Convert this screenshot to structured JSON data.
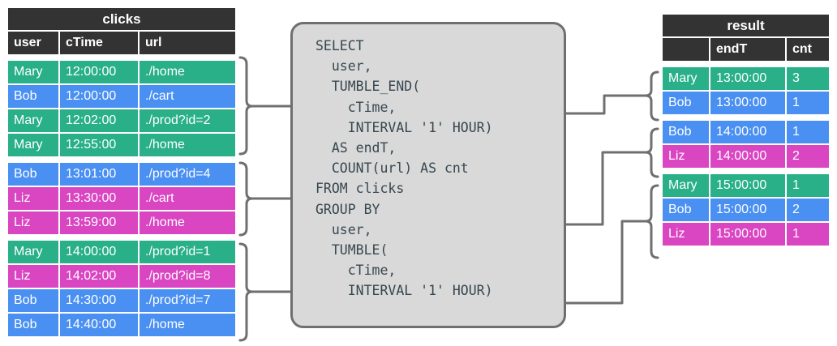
{
  "palette": {
    "green": "#29b088",
    "blue": "#4a90f2",
    "pink": "#da45c2",
    "header_dark": "#333333",
    "box_fill": "#d9d9d9",
    "box_border": "#6f6f6f",
    "wire": "#6f6f6f",
    "code_text": "#37474f",
    "page_bg": "#ffffff"
  },
  "clicks_table": {
    "title": "clicks",
    "columns": [
      "user",
      "cTime",
      "url"
    ],
    "groups": [
      {
        "rows": [
          {
            "user": "Mary",
            "cTime": "12:00:00",
            "url": "./home",
            "color": "green"
          },
          {
            "user": "Bob",
            "cTime": "12:00:00",
            "url": "./cart",
            "color": "blue"
          },
          {
            "user": "Mary",
            "cTime": "12:02:00",
            "url": "./prod?id=2",
            "color": "green"
          },
          {
            "user": "Mary",
            "cTime": "12:55:00",
            "url": "./home",
            "color": "green"
          }
        ]
      },
      {
        "rows": [
          {
            "user": "Bob",
            "cTime": "13:01:00",
            "url": "./prod?id=4",
            "color": "blue"
          },
          {
            "user": "Liz",
            "cTime": "13:30:00",
            "url": "./cart",
            "color": "pink"
          },
          {
            "user": "Liz",
            "cTime": "13:59:00",
            "url": "./home",
            "color": "pink"
          }
        ]
      },
      {
        "rows": [
          {
            "user": "Mary",
            "cTime": "14:00:00",
            "url": "./prod?id=1",
            "color": "green"
          },
          {
            "user": "Liz",
            "cTime": "14:02:00",
            "url": "./prod?id=8",
            "color": "pink"
          },
          {
            "user": "Bob",
            "cTime": "14:30:00",
            "url": "./prod?id=7",
            "color": "blue"
          },
          {
            "user": "Bob",
            "cTime": "14:40:00",
            "url": "./home",
            "color": "blue"
          }
        ]
      }
    ]
  },
  "query": {
    "language": "sql",
    "text": "SELECT\n  user,\n  TUMBLE_END(\n    cTime,\n    INTERVAL '1' HOUR)\n  AS endT,\n  COUNT(url) AS cnt\nFROM clicks\nGROUP BY\n  user,\n  TUMBLE(\n    cTime,\n    INTERVAL '1' HOUR)"
  },
  "result_table": {
    "title": "result",
    "columns": [
      "",
      "endT",
      "cnt"
    ],
    "groups": [
      {
        "rows": [
          {
            "user": "Mary",
            "endT": "13:00:00",
            "cnt": "3",
            "color": "green"
          },
          {
            "user": "Bob",
            "endT": "13:00:00",
            "cnt": "1",
            "color": "blue"
          }
        ]
      },
      {
        "rows": [
          {
            "user": "Bob",
            "endT": "14:00:00",
            "cnt": "1",
            "color": "blue"
          },
          {
            "user": "Liz",
            "endT": "14:00:00",
            "cnt": "2",
            "color": "pink"
          }
        ]
      },
      {
        "rows": [
          {
            "user": "Mary",
            "endT": "15:00:00",
            "cnt": "1",
            "color": "green"
          },
          {
            "user": "Bob",
            "endT": "15:00:00",
            "cnt": "2",
            "color": "blue"
          },
          {
            "user": "Liz",
            "endT": "15:00:00",
            "cnt": "1",
            "color": "pink"
          }
        ]
      }
    ]
  }
}
